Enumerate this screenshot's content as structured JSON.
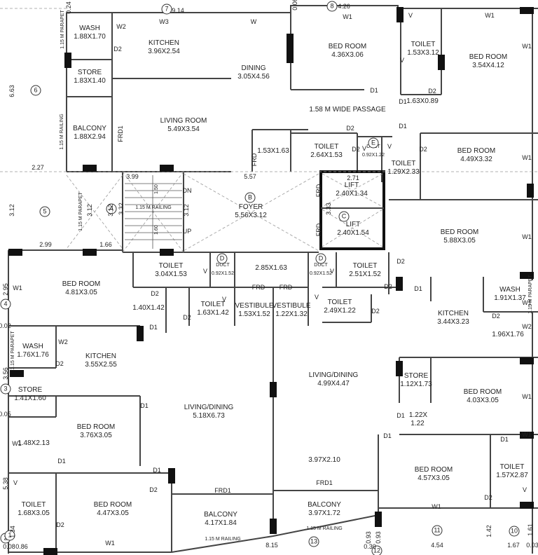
{
  "rooms": [
    {
      "name": "WASH",
      "dim": "1.88X1.70"
    },
    {
      "name": "KITCHEN",
      "dim": "3.96X2.54"
    },
    {
      "name": "STORE",
      "dim": "1.83X1.40"
    },
    {
      "name": "DINING",
      "dim": "3.05X4.56"
    },
    {
      "name": "BALCONY",
      "dim": "1.88X2.94"
    },
    {
      "name": "LIVING ROOM",
      "dim": "5.49X3.54"
    },
    {
      "name": "BED ROOM",
      "dim": "4.36X3.06"
    },
    {
      "name": "TOILET",
      "dim": "1.53X3.12"
    },
    {
      "name": "BED ROOM",
      "dim": "3.54X4.12"
    },
    {
      "name": "TOILET",
      "dim": "2.64X1.53"
    },
    {
      "name": "TOILET",
      "dim": "1.29X2.33"
    },
    {
      "name": "BED ROOM",
      "dim": "4.49X3.32"
    },
    {
      "name": "LIFT",
      "dim": "2.40X1.34"
    },
    {
      "name": "LIFT",
      "dim": "2.40X1.54"
    },
    {
      "name": "FOYER",
      "dim": "5.56X3.12"
    },
    {
      "name": "BED ROOM",
      "dim": "5.88X3.05"
    },
    {
      "name": "TOILET",
      "dim": "3.04X1.53"
    },
    {
      "name": "TOILET",
      "dim": "2.51X1.52"
    },
    {
      "name": "BED ROOM",
      "dim": "4.81X3.05"
    },
    {
      "name": "TOILET",
      "dim": "1.63X1.42"
    },
    {
      "name": "VESTIBULE",
      "dim": "1.53X1.52"
    },
    {
      "name": "VESTIBULE",
      "dim": "1.22X1.32"
    },
    {
      "name": "TOILET",
      "dim": "2.49X1.22"
    },
    {
      "name": "WASH",
      "dim": "1.91X1.37"
    },
    {
      "name": "KITCHEN",
      "dim": "3.44X3.23"
    },
    {
      "name": "WASH",
      "dim": "1.76X1.76"
    },
    {
      "name": "KITCHEN",
      "dim": "3.55X2.55"
    },
    {
      "name": "STORE",
      "dim": "1.41X1.60"
    },
    {
      "name": "LIVING/DINING",
      "dim": "5.18X6.73"
    },
    {
      "name": "LIVING/DINING",
      "dim": "4.99X4.47"
    },
    {
      "name": "STORE",
      "dim": "1.12X1.73"
    },
    {
      "name": "BED ROOM",
      "dim": "4.03X3.05"
    },
    {
      "name": "BED ROOM",
      "dim": "3.76X3.05"
    },
    {
      "name": "BED ROOM",
      "dim": "4.57X3.05"
    },
    {
      "name": "TOILET",
      "dim": "1.57X2.87"
    },
    {
      "name": "TOILET",
      "dim": "1.68X3.05"
    },
    {
      "name": "BED ROOM",
      "dim": "4.47X3.05"
    },
    {
      "name": "BALCONY",
      "dim": "4.17X1.84"
    },
    {
      "name": "BALCONY",
      "dim": "3.97X1.72"
    }
  ],
  "plain_labels": [
    "1.58 M WIDE PASSAGE",
    "1.53X1.63",
    "1.63X0.89",
    "2.85X1.63",
    "1.40X1.42",
    "1.96X1.76",
    "1.48X2.13",
    "3.97X2.10",
    "1.22X",
    "1.22"
  ],
  "door_labels": [
    "W2",
    "D2",
    "W3",
    "W",
    "W1",
    "V",
    "W1",
    "V",
    "W1",
    "D1",
    "D2",
    "D1",
    "D2",
    "D1",
    "W1",
    "D2",
    "V",
    "D2",
    "V",
    "W1",
    "D2",
    "V",
    "V",
    "D2",
    "D1",
    "W1",
    "W1",
    "D2",
    "D1",
    "W2",
    "W2",
    "D2",
    "D1",
    "W1",
    "D1",
    "D1",
    "D1",
    "V",
    "D2",
    "D1",
    "D2",
    "W1",
    "D1",
    "D2",
    "V",
    "W1",
    "D2",
    "V",
    "W1",
    "V",
    "D2",
    "W1",
    "D2"
  ],
  "frd_labels": [
    "FRD1",
    "FRD",
    "FRD",
    "FRD",
    "FRD",
    "FRD",
    "FRD1",
    "FRD1"
  ],
  "duct_labels": [
    "DUCT",
    "0.92X1.22",
    "DUCT",
    "0.92X1.52",
    "DUCT",
    "0.92X1.52"
  ],
  "grid_marks": [
    "7",
    "8",
    "6",
    "5",
    "A",
    "B",
    "C",
    "D",
    "D",
    "E",
    "4",
    "3",
    "2",
    "1",
    "11",
    "10",
    "13",
    "12"
  ],
  "dimensions": [
    "0.24",
    "9.14",
    "0.06",
    "4.26",
    "6.63",
    "2.27",
    "3.12",
    "3.99",
    "5.57",
    "3.32",
    "3.12",
    "3.12",
    "3.12",
    "1.66",
    "2.99",
    "2.71",
    "3.33",
    "2.95",
    "0.02",
    "3.56",
    "0.05",
    "5.38",
    "1.34",
    "0.08",
    "0.86",
    "8.15",
    "0.93",
    "0.30",
    "0.93",
    "4.54",
    "1.42",
    "1.61",
    "1.67",
    "0.03"
  ],
  "railing_labels": [
    "1.15 M PARAPET",
    "1.15 M RAILING",
    "1.15 M PARAPET",
    "1.15 M RAILING",
    "1.15 M PARAPET",
    "1.15 M PARAPET",
    "1.15 M RAILING",
    "1.15 M RAILING"
  ],
  "stair_labels": [
    "DN",
    "UP",
    "1.50",
    "1.60"
  ]
}
